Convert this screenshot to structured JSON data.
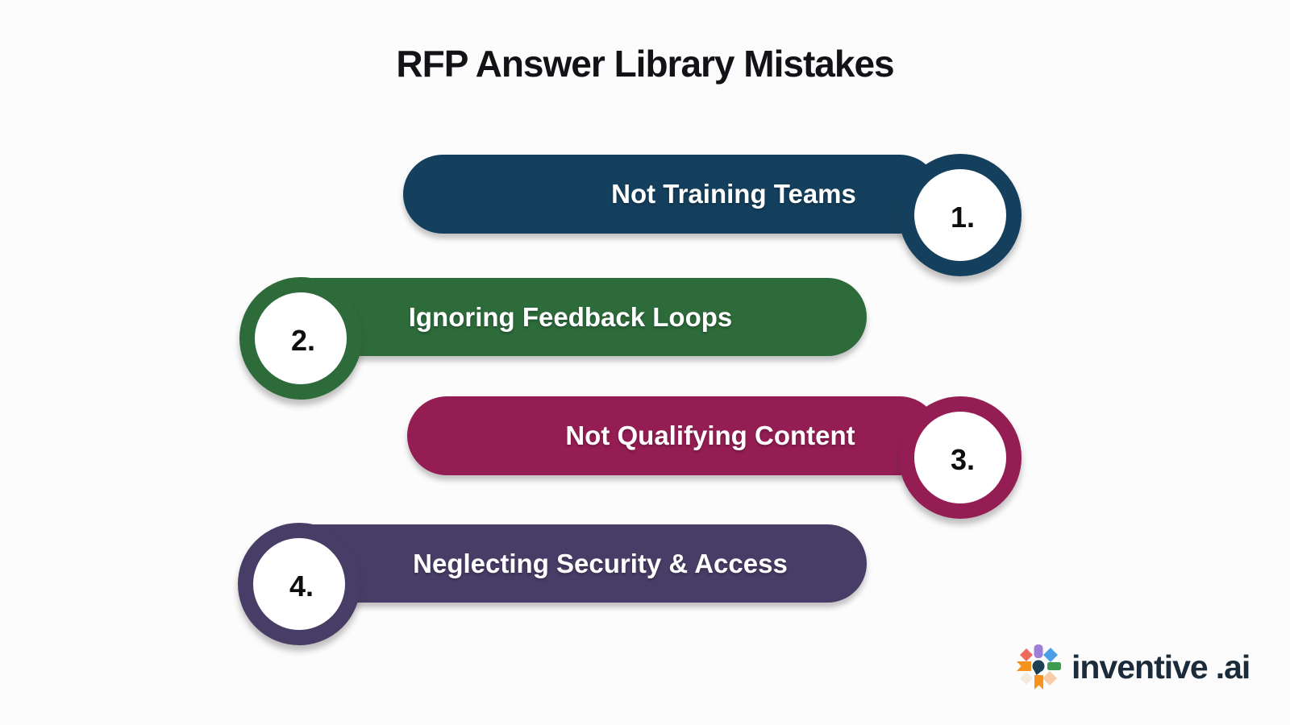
{
  "title": "RFP Answer Library Mistakes",
  "items": [
    {
      "number": "1.",
      "label": "Not Training Teams",
      "color": "#14405E",
      "circle_side": "right"
    },
    {
      "number": "2.",
      "label": "Ignoring Feedback Loops",
      "color": "#2D6B3B",
      "circle_side": "left"
    },
    {
      "number": "3.",
      "label": "Not Qualifying Content",
      "color": "#941E53",
      "circle_side": "right"
    },
    {
      "number": "4.",
      "label": "Neglecting Security & Access",
      "color": "#483D66",
      "circle_side": "left"
    }
  ],
  "logo": {
    "icon": "pinwheel-logo-icon",
    "name": "inventive",
    "suffix": ".ai",
    "text_color": "#1C2B39"
  },
  "colors": {
    "background": "#FCFCFD",
    "title_text": "#121217",
    "bar_text": "#FFFFFF",
    "number_text": "#0D0D0D"
  }
}
